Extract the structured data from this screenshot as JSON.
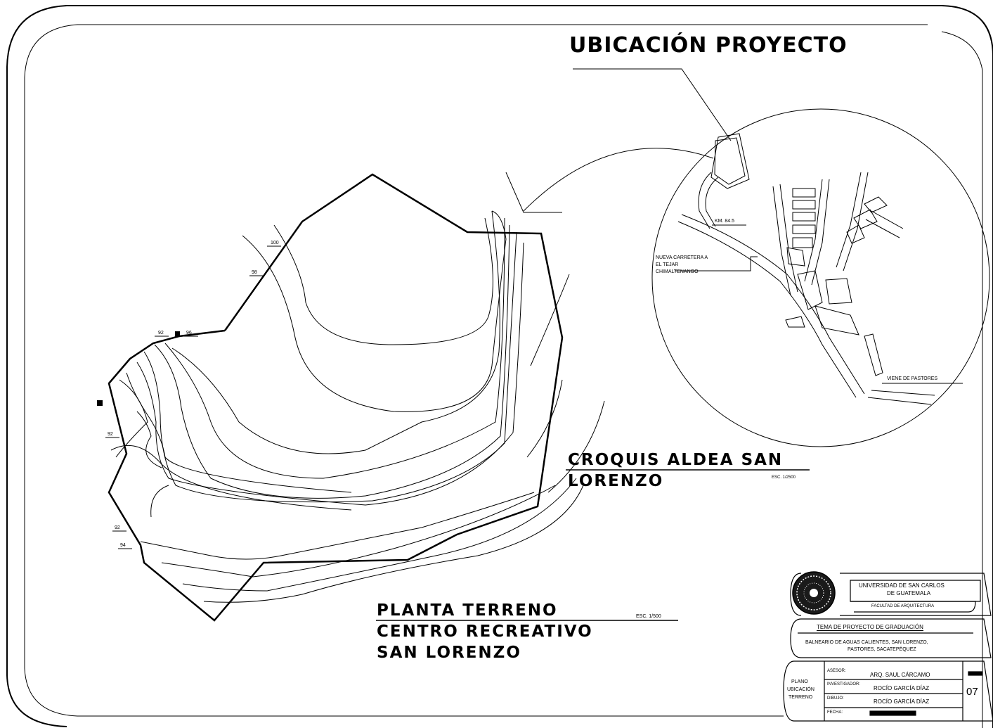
{
  "location_title": "UBICACIÓN PROYECTO",
  "sketch": {
    "title_line1": "CROQUIS ALDEA SAN",
    "title_line2": "LORENZO",
    "scale": "ESC. 1/2500"
  },
  "plan": {
    "title_line1": "PLANTA TERRENO",
    "title_line2": "CENTRO RECREATIVO",
    "title_line3": "SAN LORENZO",
    "scale": "ESC. 1/500"
  },
  "contour_labels": [
    "100",
    "98",
    "92",
    "96",
    "92",
    "92",
    "94"
  ],
  "map_labels": {
    "km": "KM. 84.5",
    "road_line1": "NUEVA CARRETERA A",
    "road_line2": "EL TEJAR",
    "road_line3": "CHIMALTENANGO",
    "from": "VIENE DE PASTORES"
  },
  "title_block": {
    "university_line1": "UNIVERSIDAD DE SAN CARLOS",
    "university_line2": "DE GUATEMALA",
    "faculty": "FACULTAD DE ARQUITECTURA",
    "theme_heading": "TEMA DE PROYECTO DE GRADUACIÓN",
    "theme_line1": "BALNEARIO DE AGUAS CALIENTES, SAN LORENZO,",
    "theme_line2": "PASTORES, SACATEPÉQUEZ",
    "sheet_name_line1": "PLANO",
    "sheet_name_line2": "UBICACIÓN",
    "sheet_name_line3": "TERRENO",
    "advisor_label": "ASESOR:",
    "advisor_value": "ARQ. SAUL CÁRCAMO",
    "researcher_label": "INVESTIGADOR:",
    "researcher_value": "ROCÍO GARCÍA DÍAZ",
    "drawing_label": "DIBUJO:",
    "drawing_value": "ROCÍO GARCÍA DÍAZ",
    "date_label": "FECHA:",
    "sheet_number": "07"
  }
}
